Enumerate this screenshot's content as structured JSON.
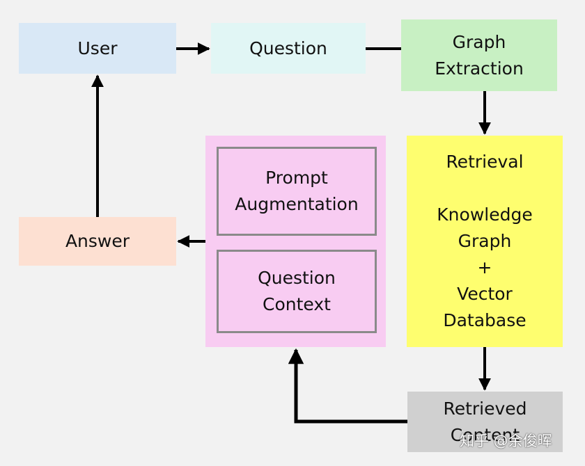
{
  "nodes": {
    "user": "User",
    "question": "Question",
    "graph_extraction": [
      "Graph",
      "Extraction"
    ],
    "retrieval": [
      "Retrieval",
      "Knowledge",
      "Graph",
      "+",
      "Vector",
      "Database"
    ],
    "prompt_augmentation": [
      "Prompt",
      "Augmentation"
    ],
    "question_context": [
      "Question",
      "Context"
    ],
    "answer": "Answer",
    "retrieved_content": [
      "Retrieved",
      "Content"
    ]
  },
  "watermark": "知乎 @余俊晖",
  "colors": {
    "background": "#f2f2f2",
    "user": "#d9e8f6",
    "question": "#e1f6f5",
    "graph_extraction": "#c8f0c3",
    "retrieval": "#fefe6f",
    "augmentation_panel": "#f8ccf2",
    "answer": "#fde0d2",
    "retrieved_content": "#d0d0d0",
    "arrow": "#000000"
  }
}
